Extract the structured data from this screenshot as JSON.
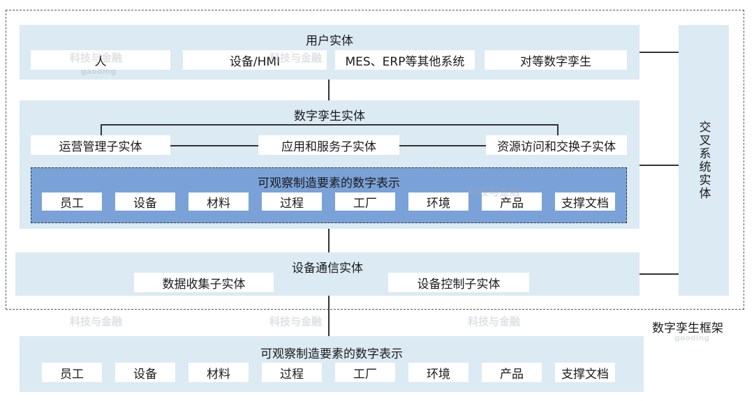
{
  "framework_label": "数字孪生框架",
  "user_entity": {
    "title": "用户实体",
    "items": [
      "人",
      "设备/HMI",
      "MES、ERP等其他系统",
      "对等数字孪生"
    ]
  },
  "digital_twin_entity": {
    "title": "数字孪生实体",
    "sub_entities": [
      "运营管理子实体",
      "应用和服务子实体",
      "资源访问和交换子实体"
    ],
    "inner": {
      "title": "可观察制造要素的数字表示",
      "items": [
        "员工",
        "设备",
        "材料",
        "过程",
        "工厂",
        "环境",
        "产品",
        "支撑文档"
      ]
    }
  },
  "device_comm_entity": {
    "title": "设备通信实体",
    "items": [
      "数据收集子实体",
      "设备控制子实体"
    ]
  },
  "cross_system_entity": {
    "title": "交叉系统实体"
  },
  "bottom": {
    "title": "可观察制造要素的数字表示",
    "items": [
      "员工",
      "设备",
      "材料",
      "过程",
      "工厂",
      "环境",
      "产品",
      "支撑文档"
    ]
  },
  "watermark": {
    "text": "科技与金融",
    "sub": "gaoding"
  }
}
